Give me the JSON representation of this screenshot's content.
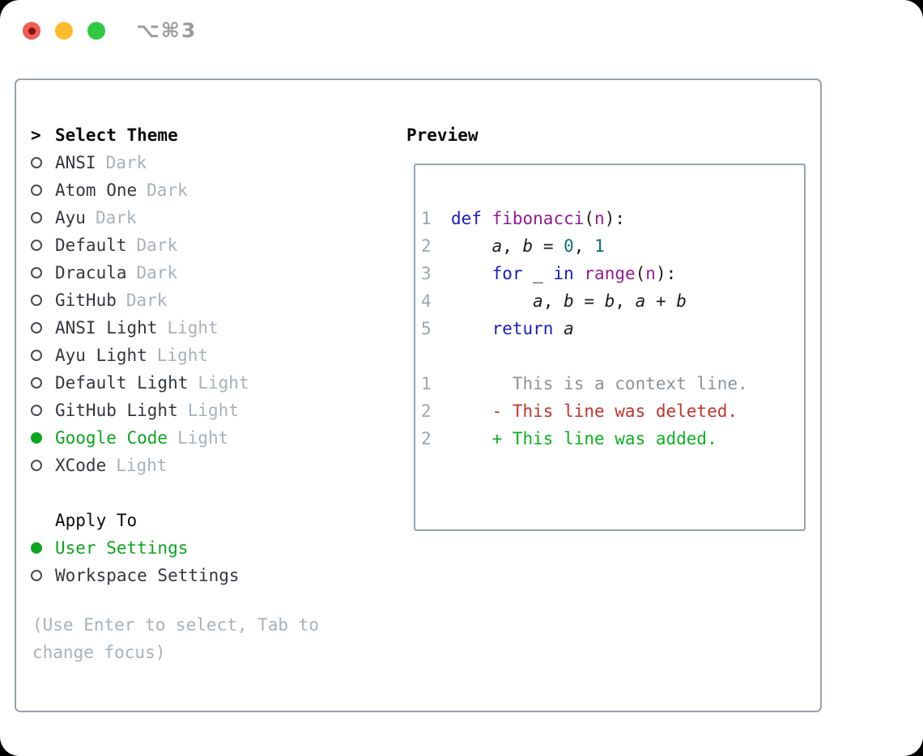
{
  "window": {
    "title": "⌥⌘3"
  },
  "colors": {
    "accent_green": "#0da51e",
    "added_green": "#0cb120",
    "deleted_red": "#c5342a",
    "context_gray": "#8d939b",
    "muted_gray": "#a9b1bb",
    "border_gray": "#99a2ac",
    "keyword_blue": "#1b1bbd",
    "function_purple": "#941b94",
    "literal_teal": "#0d7171",
    "traffic_red": "#f25c54",
    "traffic_yellow": "#fbbd2d",
    "traffic_green": "#2fc941"
  },
  "theme_panel": {
    "cursor": ">",
    "header": "Select Theme",
    "items": [
      {
        "label": "ANSI",
        "tag": "Dark",
        "selected": false
      },
      {
        "label": "Atom One",
        "tag": "Dark",
        "selected": false
      },
      {
        "label": "Ayu",
        "tag": "Dark",
        "selected": false
      },
      {
        "label": "Default",
        "tag": "Dark",
        "selected": false
      },
      {
        "label": "Dracula",
        "tag": "Dark",
        "selected": false
      },
      {
        "label": "GitHub",
        "tag": "Dark",
        "selected": false
      },
      {
        "label": "ANSI Light",
        "tag": "Light",
        "selected": false
      },
      {
        "label": "Ayu Light",
        "tag": "Light",
        "selected": false
      },
      {
        "label": "Default Light",
        "tag": "Light",
        "selected": false
      },
      {
        "label": "GitHub Light",
        "tag": "Light",
        "selected": false
      },
      {
        "label": "Google Code",
        "tag": "Light",
        "selected": true
      },
      {
        "label": "XCode",
        "tag": "Light",
        "selected": false
      }
    ],
    "apply_to": {
      "header": "Apply To",
      "options": [
        {
          "label": "User Settings",
          "selected": true
        },
        {
          "label": "Workspace Settings",
          "selected": false
        }
      ]
    },
    "hint": "(Use Enter to select, Tab to change focus)"
  },
  "preview": {
    "header": "Preview",
    "code_lines": [
      {
        "num": "1",
        "segs": [
          [
            "def",
            "kw"
          ],
          [
            " ",
            "pln"
          ],
          [
            "fibonacci",
            "fn"
          ],
          [
            "(",
            "pln"
          ],
          [
            "n",
            "fn"
          ],
          [
            "):",
            "pln"
          ]
        ]
      },
      {
        "num": "2",
        "segs": [
          [
            "    ",
            "pln"
          ],
          [
            "a",
            "var"
          ],
          [
            ", ",
            "pln"
          ],
          [
            "b",
            "var"
          ],
          [
            " = ",
            "pln"
          ],
          [
            "0",
            "lit"
          ],
          [
            ", ",
            "pln"
          ],
          [
            "1",
            "lit"
          ]
        ]
      },
      {
        "num": "3",
        "segs": [
          [
            "    ",
            "pln"
          ],
          [
            "for",
            "kw"
          ],
          [
            " _ ",
            "pln"
          ],
          [
            "in",
            "kw"
          ],
          [
            " ",
            "pln"
          ],
          [
            "range",
            "fn"
          ],
          [
            "(",
            "pln"
          ],
          [
            "n",
            "fn"
          ],
          [
            "):",
            "pln"
          ]
        ]
      },
      {
        "num": "4",
        "segs": [
          [
            "        ",
            "pln"
          ],
          [
            "a",
            "var"
          ],
          [
            ", ",
            "pln"
          ],
          [
            "b",
            "var"
          ],
          [
            " = ",
            "pln"
          ],
          [
            "b",
            "var"
          ],
          [
            ", ",
            "pln"
          ],
          [
            "a",
            "var"
          ],
          [
            " + ",
            "pln"
          ],
          [
            "b",
            "var"
          ]
        ]
      },
      {
        "num": "5",
        "segs": [
          [
            "    ",
            "pln"
          ],
          [
            "return",
            "kw"
          ],
          [
            " ",
            "pln"
          ],
          [
            "a",
            "var"
          ]
        ]
      }
    ],
    "diff_lines": [
      {
        "num": "1",
        "type": "context",
        "text": "      This is a context line."
      },
      {
        "num": "2",
        "type": "deleted",
        "text": "    - This line was deleted."
      },
      {
        "num": "2",
        "type": "added",
        "text": "    + This line was added."
      }
    ]
  }
}
